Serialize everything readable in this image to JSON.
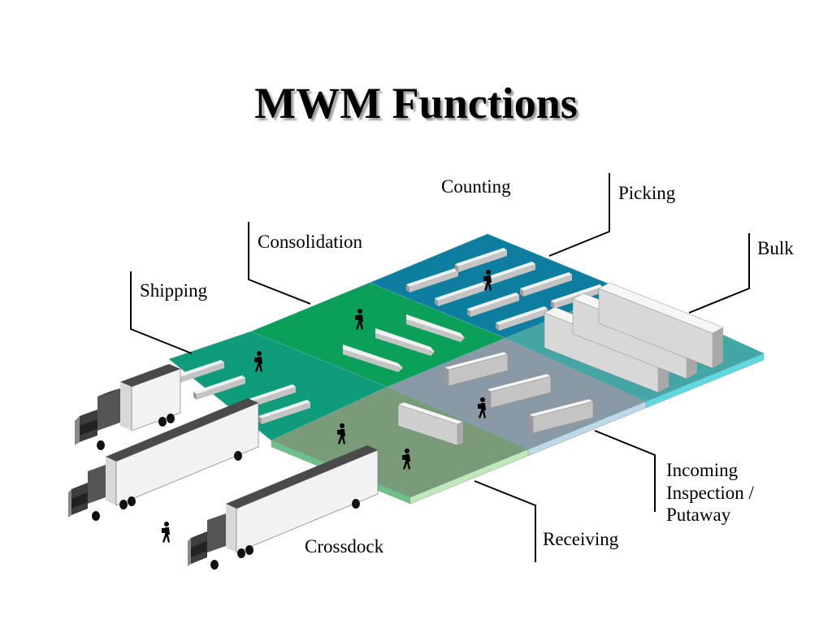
{
  "title": "MWM Functions",
  "labels": {
    "counting": "Counting",
    "picking": "Picking",
    "consolidation": "Consolidation",
    "bulk": "Bulk",
    "shipping": "Shipping",
    "incoming_line1": "Incoming",
    "incoming_line2": "Inspection /",
    "incoming_line3": "Putaway",
    "receiving": "Receiving",
    "crossdock": "Crossdock"
  },
  "colors": {
    "counting_zone": "#0d7da0",
    "consolidation_zone": "#0aa05a",
    "shipping_zone": "#0f9c7a",
    "crossdock_zone": "#7a9b78",
    "inspection_zone": "#8a99a6",
    "bulk_zone": "#44a6a4"
  },
  "icons": [
    "walking-person-icon",
    "truck-icon"
  ]
}
